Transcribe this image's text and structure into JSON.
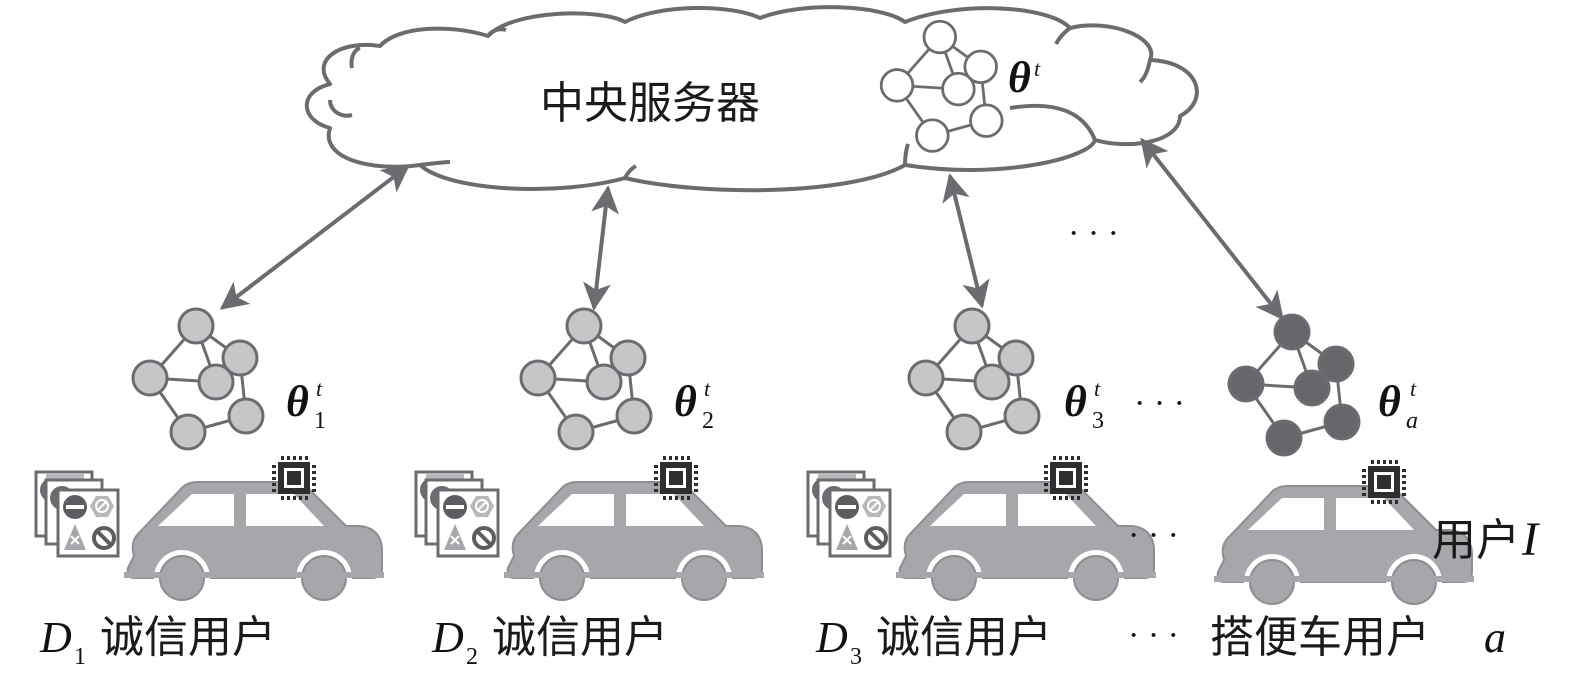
{
  "server": {
    "label": "中央服务器",
    "model_symbol": "θ",
    "model_superscript": "t",
    "node_fill": "#ffffff"
  },
  "colors": {
    "stroke": "#6d6b70",
    "honest_node_fill": "#c6c5c8",
    "freerider_node_fill": "#67666a",
    "car_fill": "#a7a6aa",
    "chip_fill": "#2e2e30",
    "text": "#1a1a1a"
  },
  "clients": [
    {
      "id": "client-1",
      "type": "honest",
      "model_symbol": "θ",
      "model_sub": "1",
      "model_sup": "t",
      "data_symbol": "D",
      "data_sub": "1",
      "label": "诚信用户",
      "has_dataset": true
    },
    {
      "id": "client-2",
      "type": "honest",
      "model_symbol": "θ",
      "model_sub": "2",
      "model_sup": "t",
      "data_symbol": "D",
      "data_sub": "2",
      "label": "诚信用户",
      "has_dataset": true
    },
    {
      "id": "client-3",
      "type": "honest",
      "model_symbol": "θ",
      "model_sub": "3",
      "model_sup": "t",
      "data_symbol": "D",
      "data_sub": "3",
      "label": "诚信用户",
      "has_dataset": true
    },
    {
      "id": "client-a",
      "type": "free-rider",
      "model_symbol": "θ",
      "model_sub": "a",
      "model_sup": "t",
      "label": "搭便车用户",
      "label_suffix": "a",
      "has_dataset": false
    }
  ],
  "ellipsis": "· · ·",
  "user_count_label": "用户",
  "user_count_symbol": "I"
}
